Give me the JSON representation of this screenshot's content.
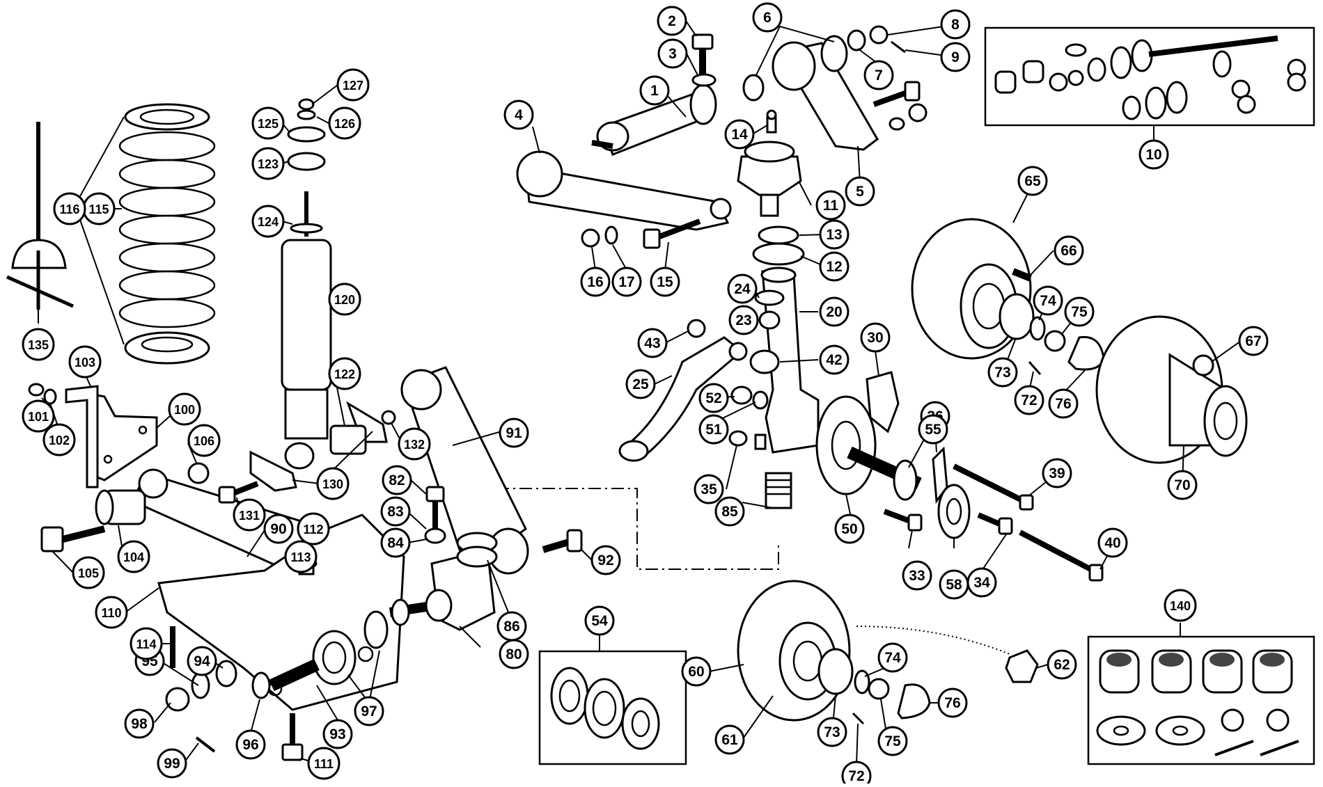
{
  "callouts": [
    "1",
    "2",
    "3",
    "4",
    "5",
    "6",
    "7",
    "8",
    "9",
    "10",
    "11",
    "12",
    "13",
    "14",
    "15",
    "16",
    "17",
    "20",
    "23",
    "24",
    "25",
    "30",
    "33",
    "34",
    "35",
    "36",
    "39",
    "40",
    "42",
    "43",
    "50",
    "51",
    "52",
    "54",
    "55",
    "58",
    "60",
    "61",
    "62",
    "65",
    "66",
    "67",
    "70",
    "72",
    "72",
    "73",
    "73",
    "74",
    "74",
    "75",
    "75",
    "76",
    "76",
    "80",
    "82",
    "83",
    "84",
    "85",
    "86",
    "90",
    "91",
    "92",
    "93",
    "94",
    "95",
    "96",
    "97",
    "98",
    "99",
    "100",
    "101",
    "102",
    "103",
    "104",
    "105",
    "106",
    "110",
    "111",
    "112",
    "113",
    "114",
    "115",
    "116",
    "120",
    "122",
    "123",
    "124",
    "125",
    "126",
    "127",
    "130",
    "131",
    "132",
    "135",
    "140"
  ],
  "colors": {
    "ink": "#000000",
    "paper": "#ffffff"
  }
}
